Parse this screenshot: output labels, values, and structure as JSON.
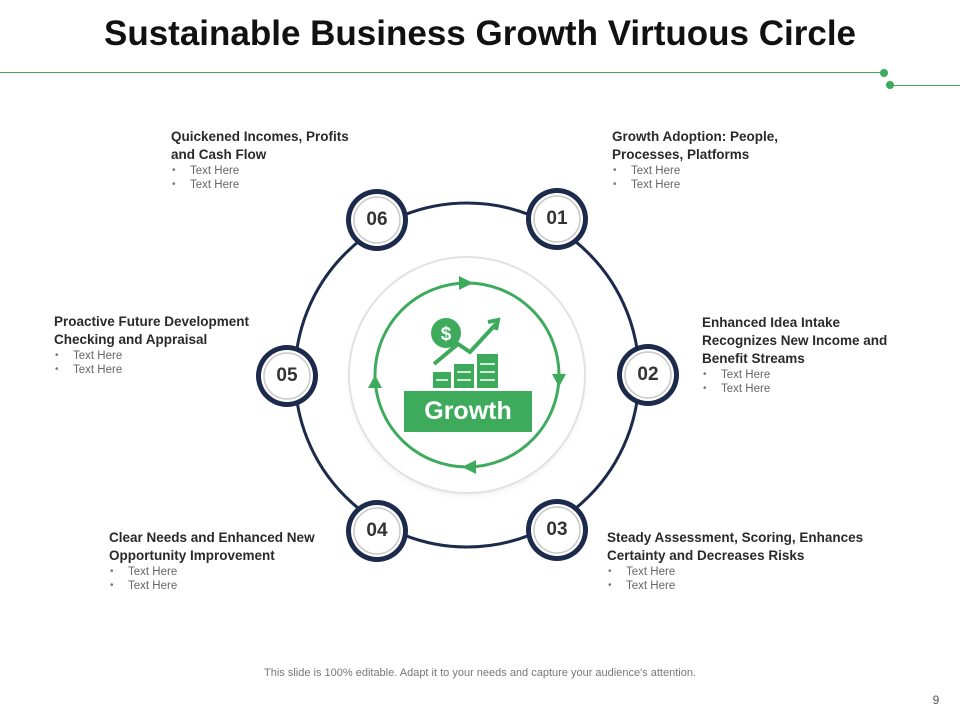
{
  "title": "Sustainable Business Growth Virtuous Circle",
  "center_label": "Growth",
  "icons": {
    "center": "growth-chart-icon",
    "dollar": "dollar-icon",
    "arrow": "trend-up-icon"
  },
  "colors": {
    "green": "#3daa5c",
    "navy": "#1c2b4c"
  },
  "steps": [
    {
      "number": "01",
      "heading": "Growth Adoption: People,\nProcesses, Platforms",
      "bullets": [
        "Text Here",
        "Text Here"
      ]
    },
    {
      "number": "02",
      "heading": "Enhanced Idea Intake\nRecognizes New Income and\nBenefit Streams",
      "bullets": [
        "Text Here",
        "Text Here"
      ]
    },
    {
      "number": "03",
      "heading": "Steady Assessment, Scoring, Enhances\nCertainty and Decreases Risks",
      "bullets": [
        "Text Here",
        "Text Here"
      ]
    },
    {
      "number": "04",
      "heading": "Clear Needs and Enhanced New\nOpportunity Improvement",
      "bullets": [
        "Text Here",
        "Text Here"
      ]
    },
    {
      "number": "05",
      "heading": "Proactive Future Development\nChecking and Appraisal",
      "bullets": [
        "Text Here",
        "Text Here"
      ]
    },
    {
      "number": "06",
      "heading": "Quickened Incomes, Profits\n and Cash Flow",
      "bullets": [
        "Text Here",
        "Text Here"
      ]
    }
  ],
  "footer": "This slide is 100% editable. Adapt it to your needs and capture your audience's attention.",
  "page_number": "9"
}
